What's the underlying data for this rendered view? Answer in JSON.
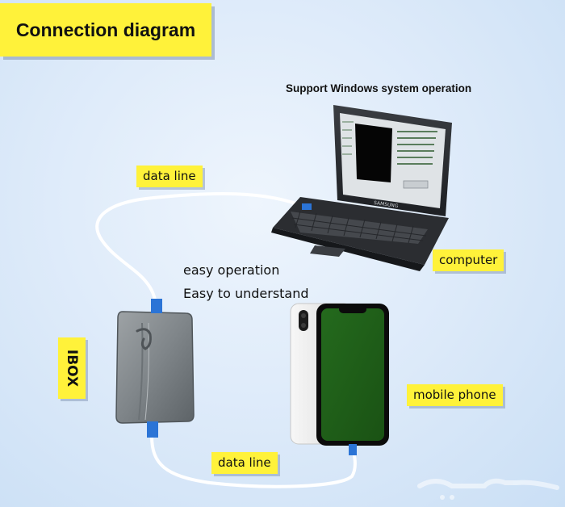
{
  "title": "Connection diagram",
  "subtitle": "Support Windows system operation",
  "labels": {
    "data_line_top": "data line",
    "data_line_bottom": "data line",
    "computer": "computer",
    "mobile_phone": "mobile phone",
    "ibox": "IBOX"
  },
  "notes": {
    "easy_operation": "easy operation",
    "easy_understand": "Easy to understand"
  },
  "laptop": {
    "brand": "SAMSUNG"
  },
  "colors": {
    "label_bg": "#fff23a",
    "background": "#d4e5f8",
    "phone_screen": "#1f5f18",
    "connector": "#2b74d6"
  }
}
